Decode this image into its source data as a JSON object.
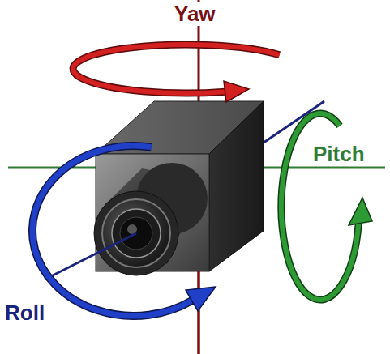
{
  "diagram": {
    "labels": [
      "Yaw",
      "Pitch",
      "Roll"
    ]
  }
}
